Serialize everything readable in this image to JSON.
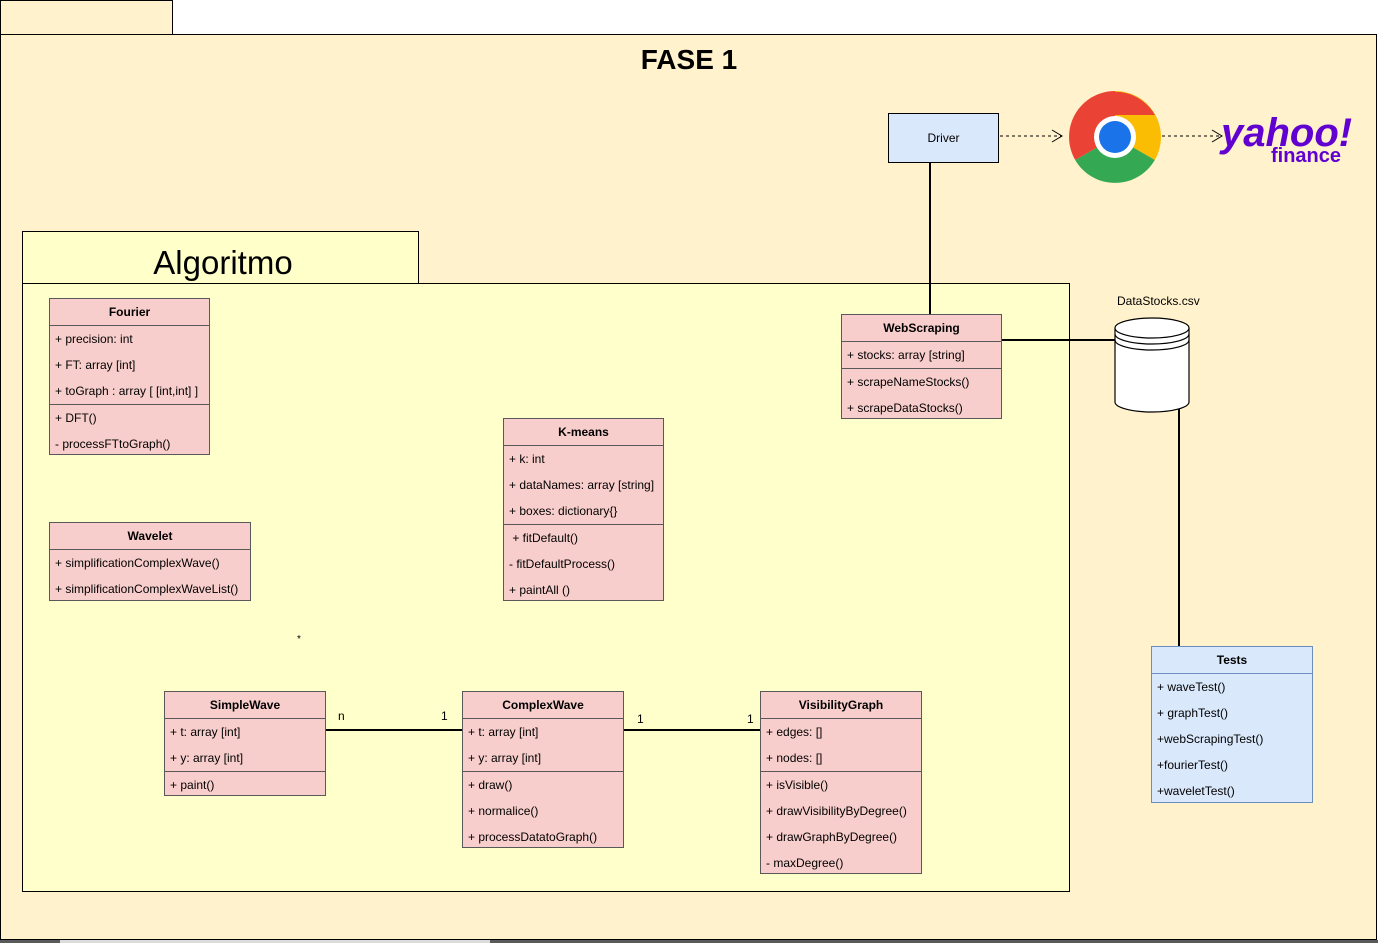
{
  "title": "FASE 1",
  "package": {
    "label": "Algoritmo"
  },
  "driver": {
    "label": "Driver"
  },
  "logos": {
    "chrome": "chrome-logo",
    "yahoo_main": "yahoo!",
    "yahoo_sub": "finance"
  },
  "datastore": {
    "label": "DataStocks.csv"
  },
  "classes": {
    "fourier": {
      "name": "Fourier",
      "attributes": [
        "+ precision: int",
        "+ FT: array [int]",
        "+ toGraph : array [ [int,int] ]"
      ],
      "methods": [
        "+ DFT()",
        "- processFTtoGraph()"
      ]
    },
    "wavelet": {
      "name": "Wavelet",
      "methods": [
        "+ simplificationComplexWave()",
        "+ simplificationComplexWaveList()"
      ]
    },
    "kmeans": {
      "name": "K-means",
      "attributes": [
        "+ k: int",
        "+ dataNames: array [string]",
        "+ boxes: dictionary{}"
      ],
      "methods": [
        " + fitDefault()",
        "- fitDefaultProcess()",
        "+ paintAll ()"
      ]
    },
    "webscraping": {
      "name": "WebScraping",
      "attributes": [
        "+ stocks: array [string]"
      ],
      "methods": [
        "+ scrapeNameStocks()",
        "+ scrapeDataStocks()"
      ]
    },
    "simplewave": {
      "name": "SimpleWave",
      "attributes": [
        "+ t: array [int]",
        "+ y: array [int]"
      ],
      "methods": [
        "+ paint()"
      ]
    },
    "complexwave": {
      "name": "ComplexWave",
      "attributes": [
        "+ t: array [int]",
        "+ y: array [int]"
      ],
      "methods": [
        "+ draw()",
        "+ normalice()",
        "+ processDatatoGraph()"
      ]
    },
    "visibilitygraph": {
      "name": "VisibilityGraph",
      "attributes": [
        "+ edges: []",
        "+ nodes: []"
      ],
      "methods": [
        "+ isVisible()",
        "+ drawVisibilityByDegree()",
        "+ drawGraphByDegree()",
        "- maxDegree()"
      ]
    },
    "tests": {
      "name": "Tests",
      "methods": [
        "+ waveTest()",
        "+ graphTest()",
        "+webScrapingTest()",
        "+fourierTest()",
        "+waveletTest()"
      ]
    }
  },
  "multiplicities": {
    "simple_n": "n",
    "complex_left_1": "1",
    "complex_right_1": "1",
    "visibility_1": "1",
    "stray_asterisk": "*"
  },
  "colors": {
    "frame": "#fff2cc",
    "package": "#ffffcc",
    "class_fill": "#f8cecc",
    "blue_fill": "#dae8fc",
    "yahoo": "#6001d2"
  }
}
